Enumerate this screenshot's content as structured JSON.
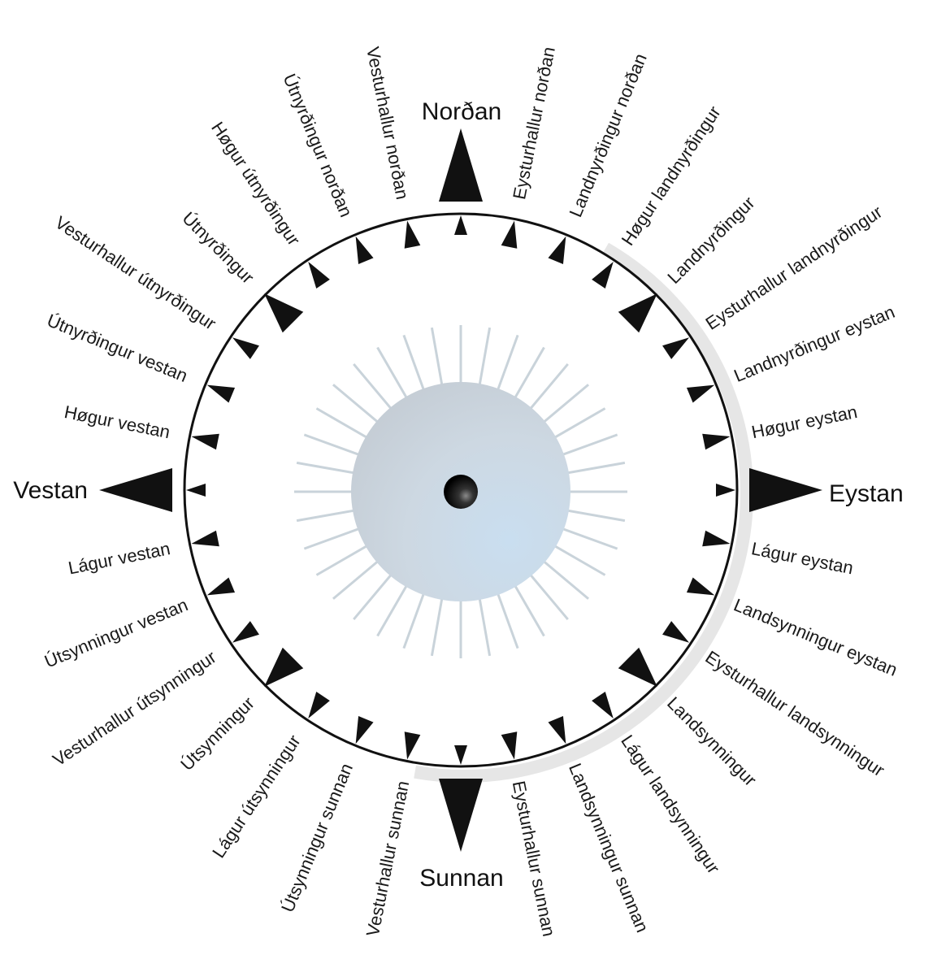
{
  "compass": {
    "cardinals": {
      "north": "Norðan",
      "east": "Eystan",
      "south": "Sunnan",
      "west": "Vestan"
    },
    "points": [
      "Norðan",
      "Eysturhallur norðan",
      "Landnyrðingur norðan",
      "Høgur landnyrðingur",
      "Landnyrðingur",
      "Eysturhallur landnyrðingur",
      "Landnyrðingur eystan",
      "Høgur eystan",
      "Eystan",
      "Lágur eystan",
      "Landsynningur eystan",
      "Eysturhallur landsynningur",
      "Landsynningur",
      "Lágur landsynningur",
      "Landsynningur sunnan",
      "Eysturhallur sunnan",
      "Sunnan",
      "Vesturhallur sunnan",
      "Útsynningur sunnan",
      "Lágur útsynningur",
      "Útsynningur",
      "Vesturhallur útsynningur",
      "Útsynningur vestan",
      "Lágur vestan",
      "Vestan",
      "Høgur vestan",
      "Útnyrðingur vestan",
      "Vesturhallur útnyrðingur",
      "Útnyrðingur",
      "Høgur útnyrðingur",
      "Útnyrðingur norðan",
      "Vesturhallur norðan"
    ],
    "colors": {
      "ring": "#111111",
      "markers": "#111111",
      "rays": "#c9d3da",
      "center_disc": "#c8d8e6",
      "hub": "#111111"
    }
  }
}
